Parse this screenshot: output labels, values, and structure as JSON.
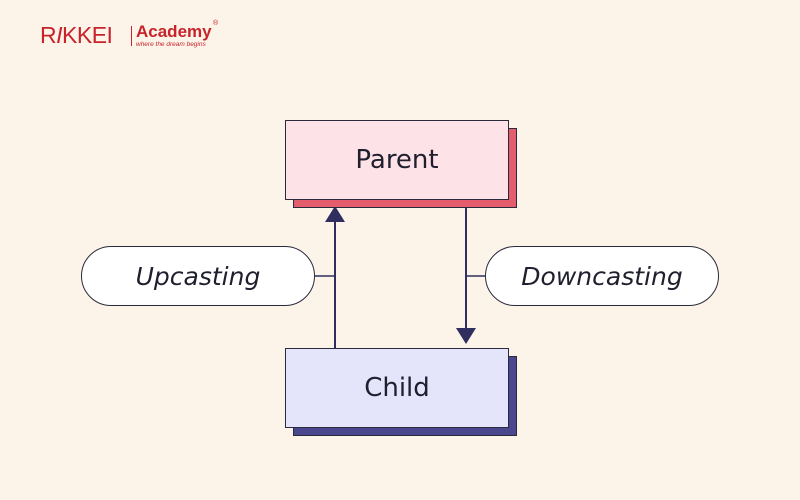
{
  "logo": {
    "mark": "RIKKEI",
    "name": "Academy",
    "registered": "®",
    "tagline": "where the dream begins"
  },
  "diagram": {
    "parent_label": "Parent",
    "child_label": "Child",
    "upcasting_label": "Upcasting",
    "downcasting_label": "Downcasting"
  },
  "colors": {
    "background": "#fdf4e9",
    "parent_fill": "#fde3e7",
    "parent_shadow": "#e35d6e",
    "child_fill": "#e4e4fb",
    "child_shadow": "#4a478f",
    "arrow": "#2f2e5e",
    "brand": "#c8232a"
  }
}
